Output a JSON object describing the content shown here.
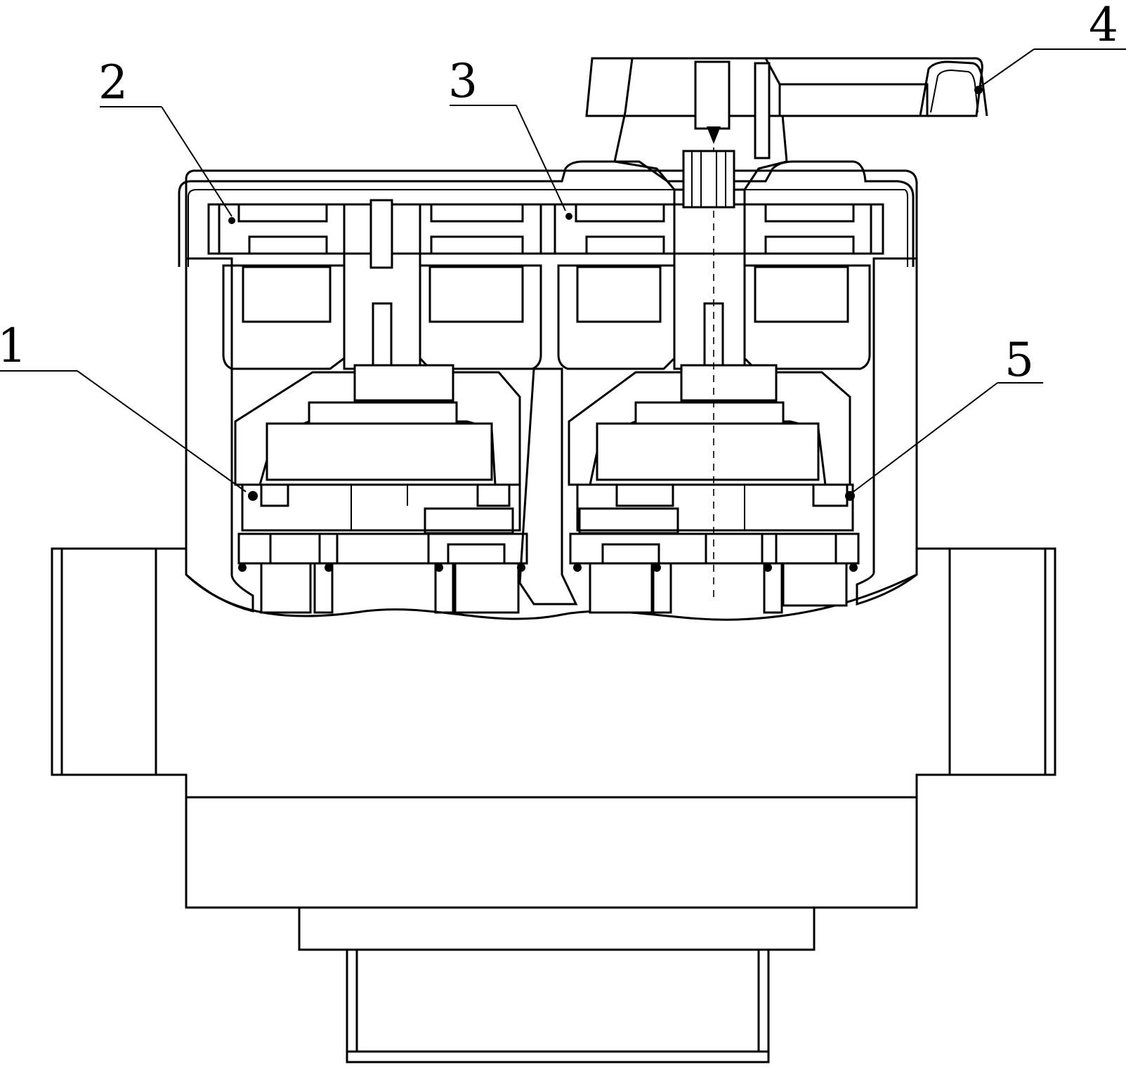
{
  "figure": {
    "callouts": [
      {
        "id": "callout-1",
        "text": "1"
      },
      {
        "id": "callout-2",
        "text": "2"
      },
      {
        "id": "callout-3",
        "text": "3"
      },
      {
        "id": "callout-4",
        "text": "4"
      },
      {
        "id": "callout-5",
        "text": "5"
      }
    ]
  },
  "colors": {
    "line": "#000000",
    "background": "#ffffff"
  }
}
